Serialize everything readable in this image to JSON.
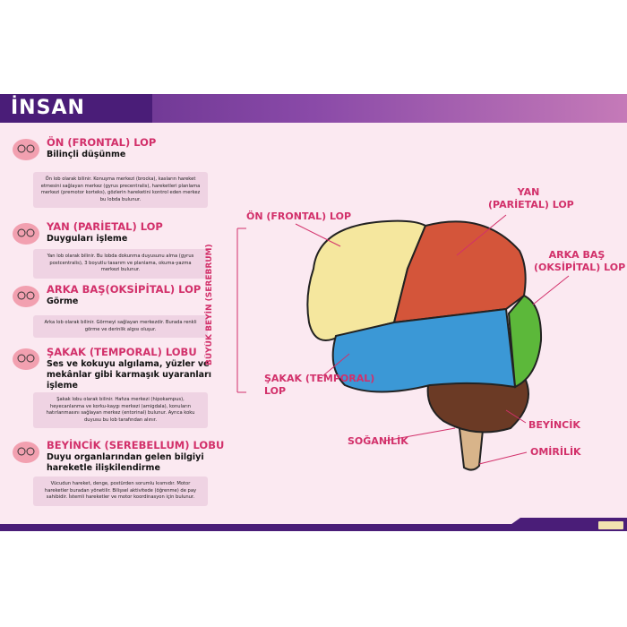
{
  "title": "İNSAN BEYNİ",
  "lobes": [
    {
      "heading": "ÖN (FRONTAL) LOP",
      "subtitle": "Bilinçli düşünme",
      "description": "Ön lob olarak bilinir. Konuşma merkezi (brocka), kasların hareket etmesini sağlayan merkez (gyrus precentralis), hareketleri planlama merkezi (premotor korteks), gözlerin hareketini kontrol eden merkez bu lobda bulunur."
    },
    {
      "heading": "YAN (PARİETAL) LOP",
      "subtitle": "Duyguları işleme",
      "description": "Yan lob olarak bilinir. Bu lobda dokunma duyusunu alma (gyrus postcentralis), 3 boyutlu tasarım ve planlama, okuma-yazma merkezi bulunur."
    },
    {
      "heading": "ARKA BAŞ(OKSİPİTAL) LOP",
      "subtitle": "Görme",
      "description": "Arka lob olarak bilinir. Görmeyi sağlayan merkezdir. Burada renkli görme ve derinlik algısı oluşur."
    },
    {
      "heading": "ŞAKAK (TEMPORAL) LOBU",
      "subtitle": "Ses ve kokuyu algılama, yüzler ve mekânlar gibi karmaşık uyaranları işleme",
      "description": "Şakak lobu olarak bilinir. Hafıza merkezi (hipokampus), heyecanlanma ve korku-kaygı merkezi (amigdala), konuların hatırlanmasını sağlayan merkez (entorinal) bulunur. Ayrıca koku duyusu bu lob tarafından alınır."
    },
    {
      "heading": "BEYİNCİK (SEREBELLUM) LOBU",
      "subtitle": "Duyu organlarından gelen bilgiyi hareketle ilişkilendirme",
      "description": "Vücudun hareket, denge, postürden sorumlu kısmıdır. Motor hareketler buradan yönetilir. Bilişsel aktivitede (öğrenme) de pay sahibidir. İstemli hareketler ve motor koordinasyon için bulunur."
    }
  ],
  "diagram": {
    "frontal": "ÖN (FRONTAL) LOP",
    "parietal_1": "YAN",
    "parietal_2": "(PARİETAL) LOP",
    "occipital_1": "ARKA BAŞ",
    "occipital_2": "(OKSİPİTAL) LOP",
    "cerebrum": "BÜYÜK BEYİN (SEREBRUM)",
    "temporal_1": "ŞAKAK  (TEMPORAL)",
    "temporal_2": "LOP",
    "cerebellum": "BEYİNCİK",
    "medulla": "SOĞANİLİK",
    "spinal": "OMİRİLİK"
  },
  "colors": {
    "accent": "#d2306a",
    "header": "#4a1d78",
    "frontal": "#f5e79e",
    "parietal": "#d4553a",
    "occipital": "#5cb83a",
    "temporal": "#3b98d6",
    "cerebellum": "#6b3a25"
  }
}
